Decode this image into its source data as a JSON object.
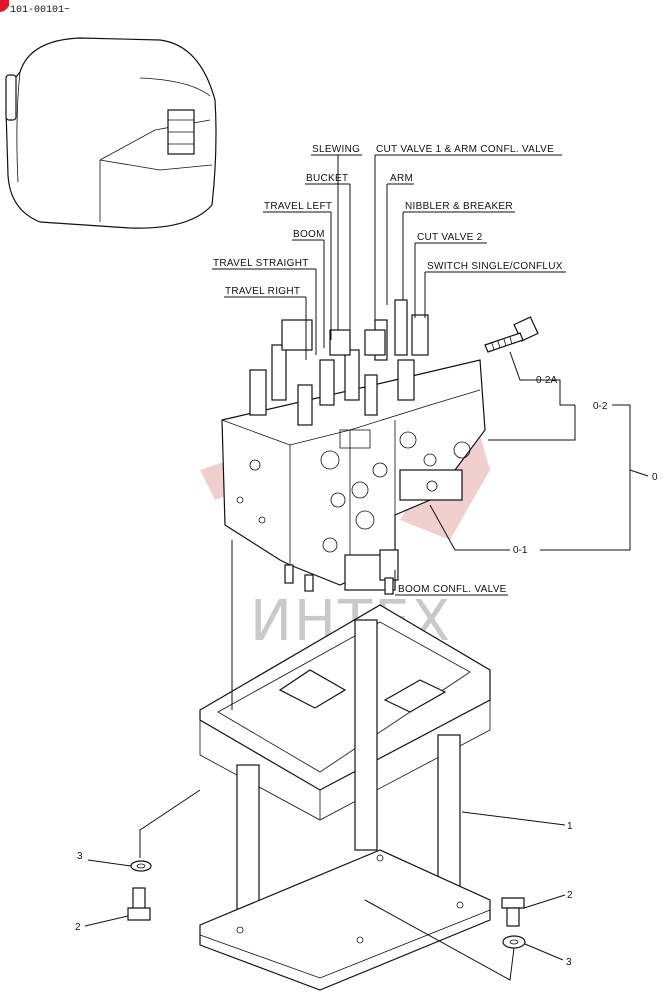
{
  "header": {
    "code": "101-00101~",
    "marker_color": "#e0162b"
  },
  "watermark": {
    "text": "ИНТЕХ",
    "color": "#e7a7a7"
  },
  "callouts": {
    "slewing": "SLEWING",
    "cut_valve_1": "CUT VALVE 1 & ARM CONFL. VALVE",
    "bucket": "BUCKET",
    "arm": "ARM",
    "travel_left": "TRAVEL LEFT",
    "nibbler": "NIBBLER & BREAKER",
    "boom": "BOOM",
    "cut_valve_2": "CUT VALVE 2",
    "travel_straight": "TRAVEL STRAIGHT",
    "switch_single": "SWITCH SINGLE/CONFLUX",
    "travel_right": "TRAVEL RIGHT",
    "boom_confl": "BOOM CONFL. VALVE"
  },
  "refs": {
    "r0": "0",
    "r02": "0-2",
    "r02a": "0-2A",
    "r01": "0-1",
    "r1": "1",
    "r2_left": "2",
    "r2_right": "2",
    "r3_left": "3",
    "r3_right": "3"
  }
}
